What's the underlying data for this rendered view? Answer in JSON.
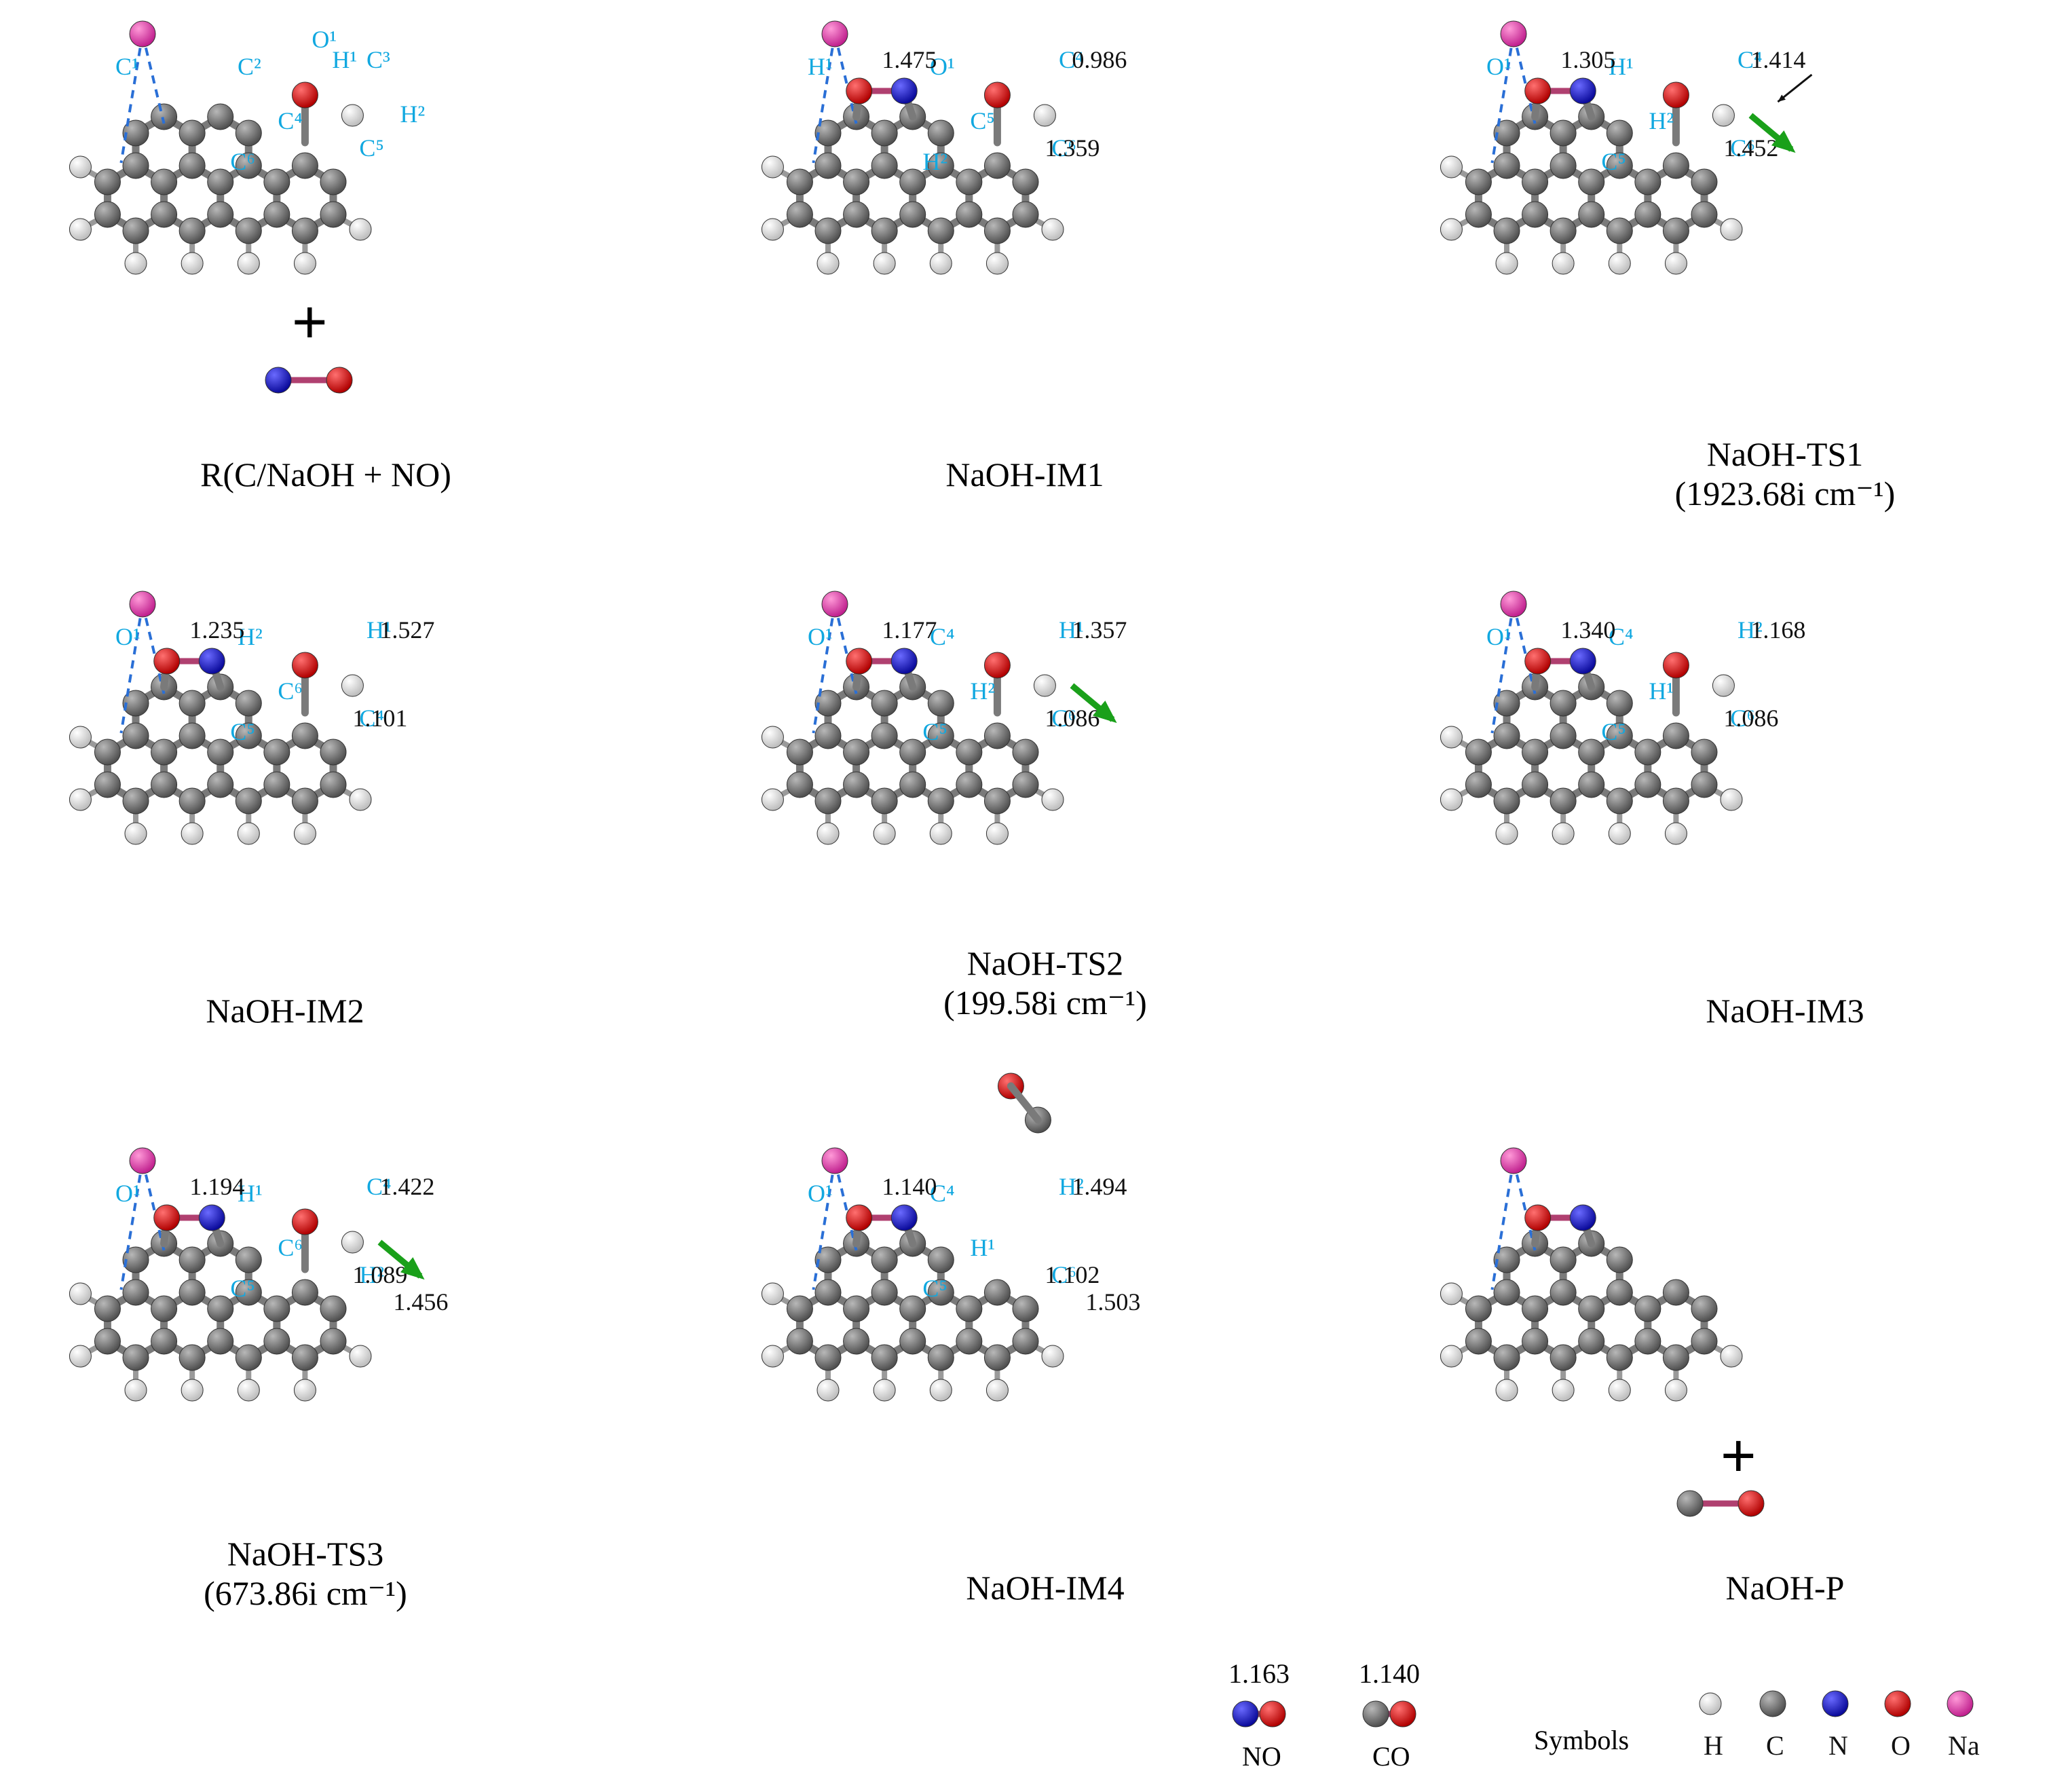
{
  "colors": {
    "H": "#e6e6e6",
    "C": "#6e6e6e",
    "N": "#1010c8",
    "O": "#e01010",
    "Na": "#e040b8",
    "label": "#11a8e0",
    "dash": "#2a6fd6",
    "arrow": "#1aa01a"
  },
  "panels": [
    {
      "id": "R",
      "caption": "R(C/NaOH + NO)",
      "caption2": "",
      "atoms": [
        "C¹",
        "C²",
        "C³",
        "C⁴",
        "C⁵",
        "C⁶",
        "H¹",
        "H²",
        "O¹"
      ],
      "bonds": []
    },
    {
      "id": "IM1",
      "caption": "NaOH-IM1",
      "caption2": "",
      "atoms": [
        "H¹",
        "O¹",
        "C⁴",
        "C⁵",
        "C⁶",
        "H²"
      ],
      "bonds": [
        "1.475",
        "0.986",
        "1.359"
      ]
    },
    {
      "id": "TS1",
      "caption": "NaOH-TS1",
      "caption2": "(1923.68i cm⁻¹)",
      "atoms": [
        "O¹",
        "H¹",
        "C⁴",
        "H²",
        "C⁶",
        "C⁵"
      ],
      "bonds": [
        "1.305",
        "1.414",
        "1.452"
      ]
    },
    {
      "id": "IM2",
      "caption": "NaOH-IM2",
      "caption2": "",
      "atoms": [
        "O¹",
        "H²",
        "H¹",
        "C⁶",
        "C⁴",
        "C⁵"
      ],
      "bonds": [
        "1.235",
        "1.527",
        "1.101"
      ]
    },
    {
      "id": "TS2",
      "caption": "NaOH-TS2",
      "caption2": "(199.58i cm⁻¹)",
      "atoms": [
        "O¹",
        "C⁴",
        "H¹",
        "H²",
        "C⁶",
        "C⁵"
      ],
      "bonds": [
        "1.177",
        "1.357",
        "1.086"
      ]
    },
    {
      "id": "IM3",
      "caption": "NaOH-IM3",
      "caption2": "",
      "atoms": [
        "O¹",
        "C⁴",
        "H²",
        "H¹",
        "C⁶",
        "C⁵"
      ],
      "bonds": [
        "1.340",
        "1.168",
        "1.086"
      ]
    },
    {
      "id": "TS3",
      "caption": "NaOH-TS3",
      "caption2": "(673.86i cm⁻¹)",
      "atoms": [
        "O¹",
        "H¹",
        "C⁴",
        "C⁶",
        "H²",
        "C⁵"
      ],
      "bonds": [
        "1.194",
        "1.422",
        "1.089",
        "1.456"
      ]
    },
    {
      "id": "IM4",
      "caption": "NaOH-IM4",
      "caption2": "",
      "atoms": [
        "O¹",
        "C⁴",
        "H²",
        "H¹",
        "C⁶",
        "C⁵"
      ],
      "bonds": [
        "1.140",
        "1.494",
        "1.102",
        "1.503"
      ]
    },
    {
      "id": "P",
      "caption": "NaOH-P",
      "caption2": "",
      "atoms": [],
      "bonds": []
    }
  ],
  "legend": {
    "molecules": [
      {
        "label": "NO",
        "bond": "1.163"
      },
      {
        "label": "CO",
        "bond": "1.140"
      }
    ],
    "symbols_title": "Symbols",
    "symbols": [
      "H",
      "C",
      "N",
      "O",
      "Na"
    ]
  },
  "plus_sign": "+"
}
